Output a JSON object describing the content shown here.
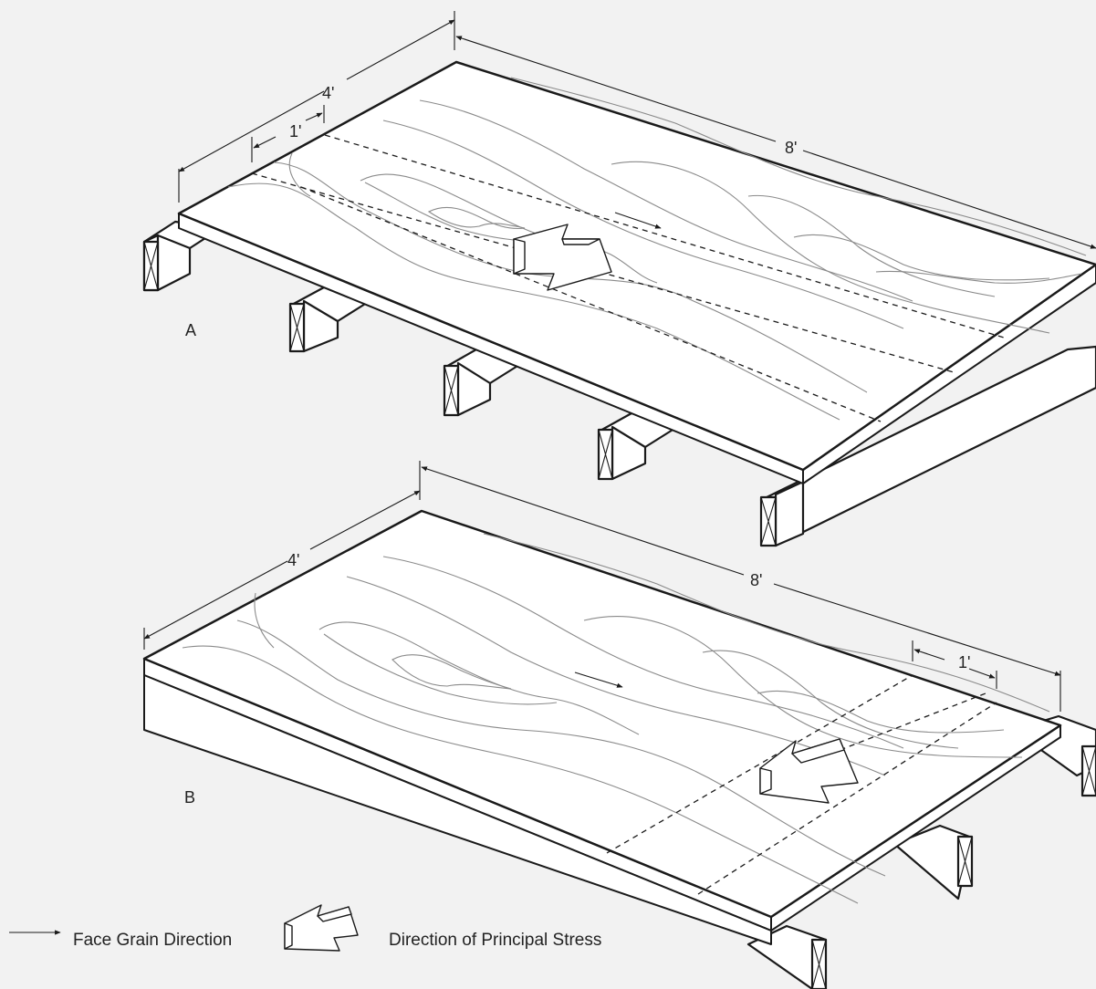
{
  "panel_a": {
    "label": "A",
    "dim_width": "4'",
    "dim_length": "8'",
    "dim_spacing": "1'"
  },
  "panel_b": {
    "label": "B",
    "dim_width": "4'",
    "dim_length": "8'",
    "dim_spacing": "1'"
  },
  "legend": {
    "face_grain": "Face Grain Direction",
    "principal_stress": "Direction of Principal Stress"
  }
}
